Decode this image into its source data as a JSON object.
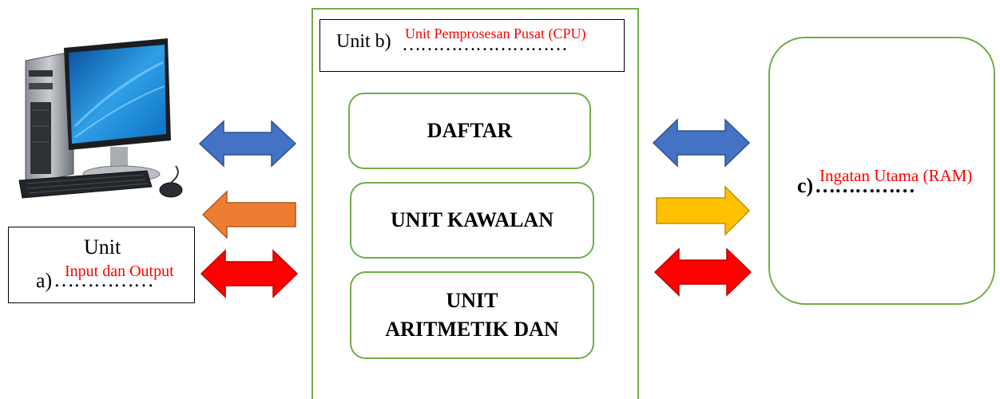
{
  "colors": {
    "green_border": "#70ad47",
    "answer_red": "#ff0000",
    "arrow_blue": "#4472c4",
    "arrow_orange": "#ed7d31",
    "arrow_red": "#ff0000",
    "arrow_yellow": "#ffc000"
  },
  "icons": {
    "computer": "desktop-computer-icon",
    "arrows": [
      "double-arrow-blue",
      "left-arrow-orange",
      "double-arrow-red",
      "double-arrow-blue",
      "right-arrow-yellow",
      "double-arrow-red"
    ]
  },
  "unit_a": {
    "unit_word": "Unit",
    "letter": "a)",
    "dots": "……………",
    "answer": "Input dan Output"
  },
  "unit_b": {
    "label": "Unit b)",
    "dots": "………………………",
    "answer": "Unit Pemprosesan Pusat (CPU)"
  },
  "cpu": {
    "daftar": "DAFTAR",
    "unit_kawalan": "UNIT KAWALAN",
    "alu_line1": "UNIT",
    "alu_line2": "ARITMETIK DAN"
  },
  "unit_c": {
    "letter": "c)",
    "dots": "……………",
    "answer": "Ingatan Utama (RAM)"
  }
}
